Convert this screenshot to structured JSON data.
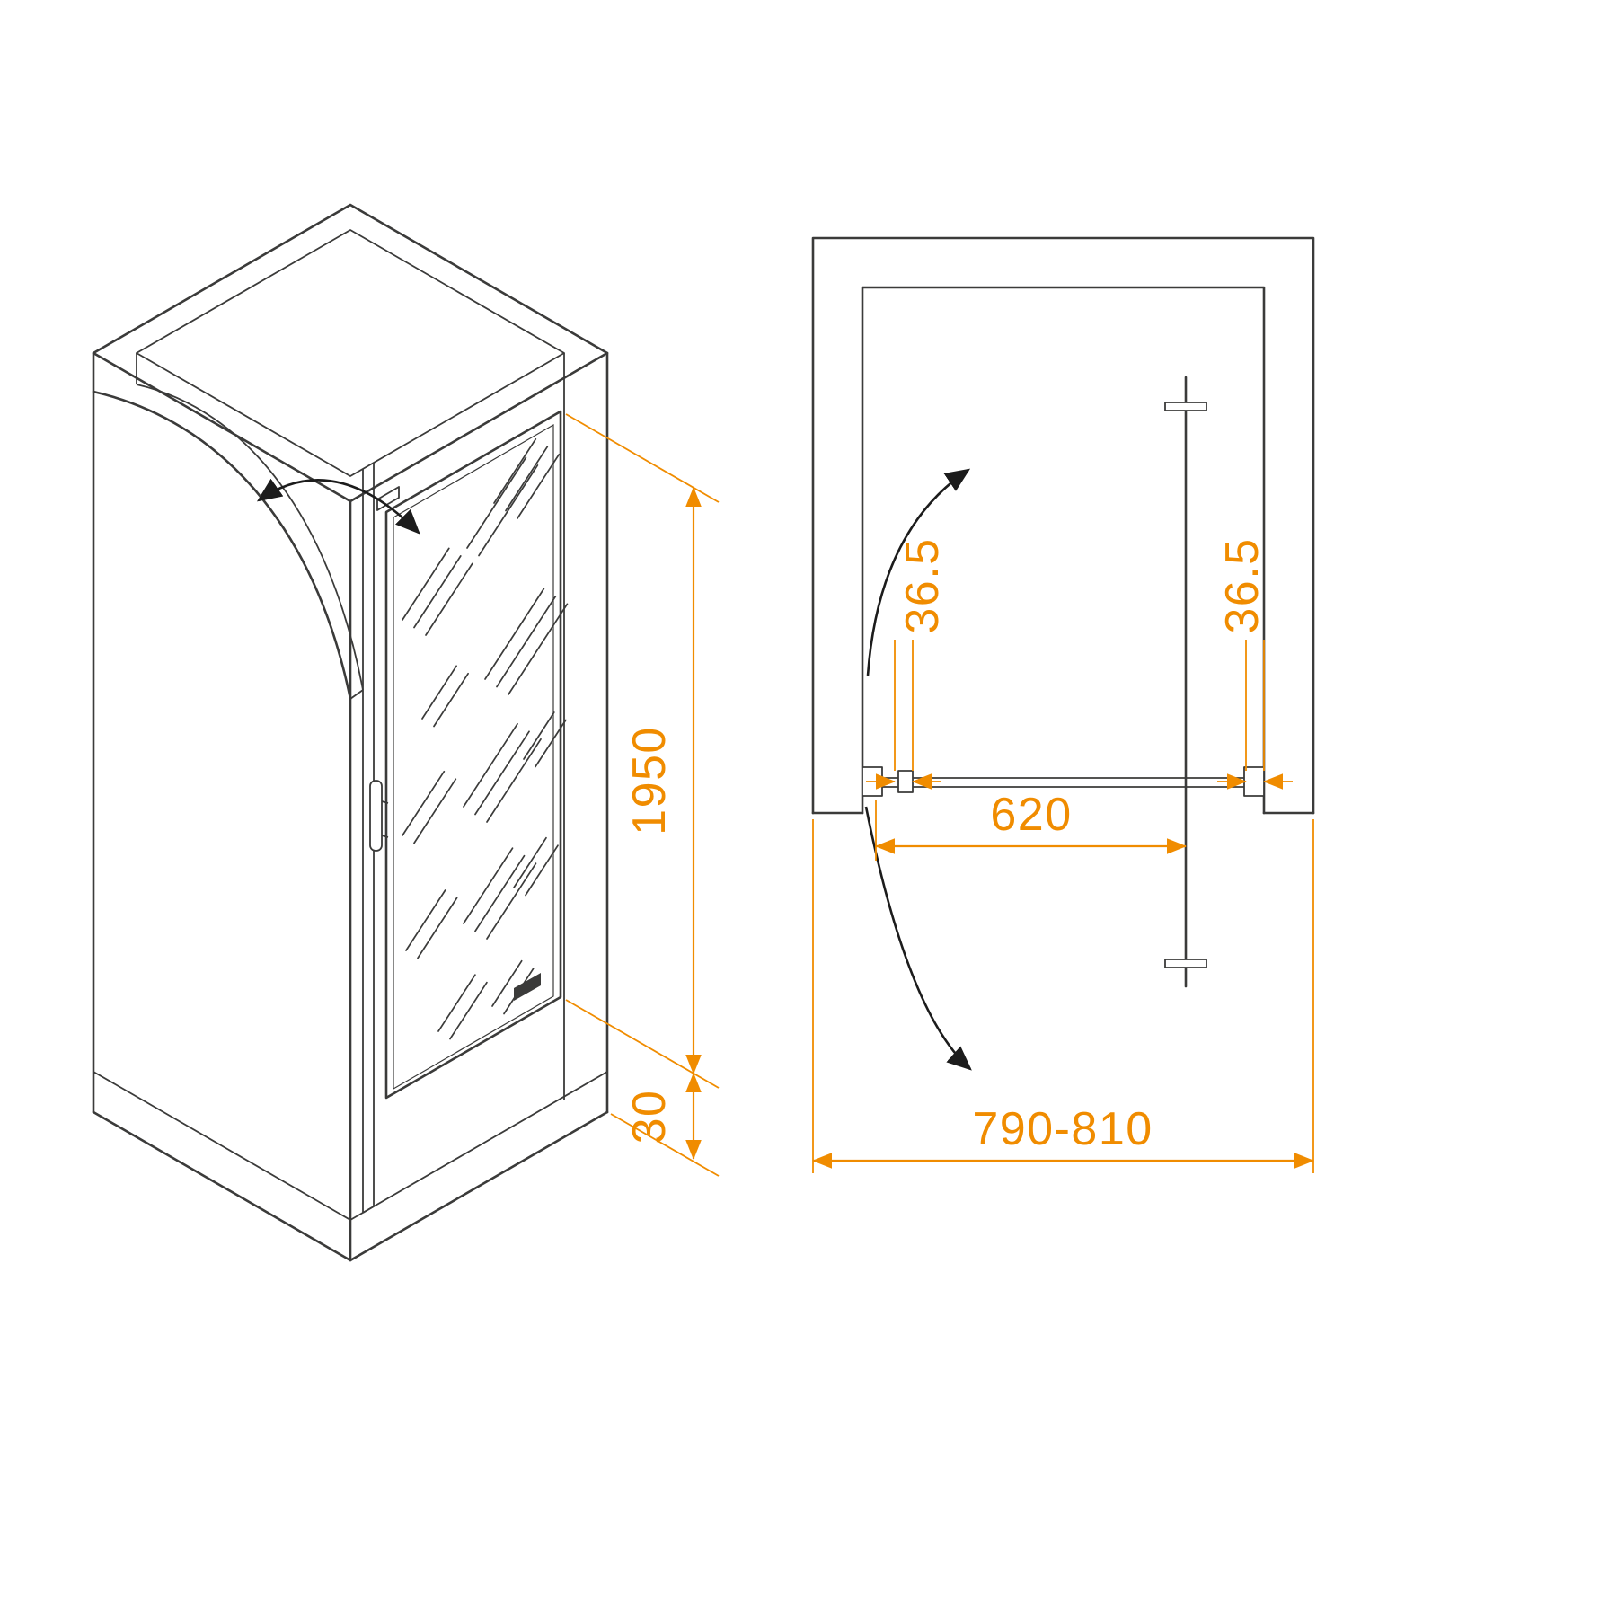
{
  "drawing": {
    "background": "#ffffff",
    "line_color": "#3b3b3a",
    "dimension_color": "#f08c00",
    "arrow_color": "#1c1c1c"
  },
  "iso_view": {
    "door_height_label": "1950",
    "bottom_profile_label": "30"
  },
  "plan_view": {
    "left_offset_label": "36.5",
    "right_offset_label": "36.5",
    "pivot_distance_label": "620",
    "overall_width_label": "790-810"
  }
}
